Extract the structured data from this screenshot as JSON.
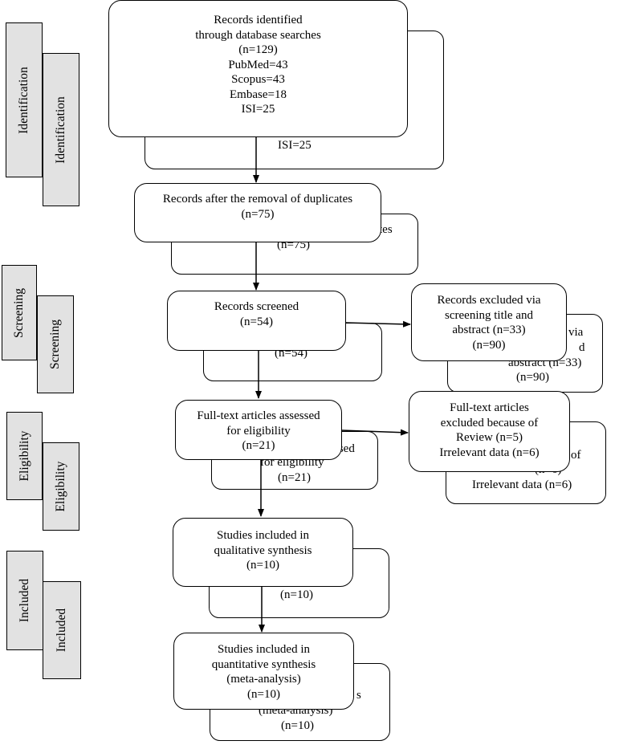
{
  "stages": [
    "Identification",
    "Screening",
    "Eligibility",
    "Included"
  ],
  "boxes": {
    "identified": [
      "Records identified",
      "through database searches",
      "(n=129)",
      "PubMed=43",
      "Scopus=43",
      "Embase=18",
      "ISI=25"
    ],
    "duplicates_removed": [
      "Records after the removal of duplicates",
      "(n=75)"
    ],
    "screened": [
      "Records screened",
      "(n=54)"
    ],
    "excluded_screening": [
      "Records excluded via",
      "screening title and",
      "abstract (n=33)",
      "(n=90)"
    ],
    "fulltext_assessed": [
      "Full-text articles assessed",
      "for eligibility",
      "(n=21)"
    ],
    "fulltext_excluded": [
      "Full-text articles",
      "excluded because of",
      "Review (n=5)",
      "Irrelevant data (n=6)"
    ],
    "qualitative": [
      "Studies included in",
      "qualitative synthesis",
      "(n=10)"
    ],
    "quantitative": [
      "Studies included in",
      "quantitative synthesis",
      "(meta-analysis)",
      "(n=10)"
    ]
  },
  "shadow_fragments": {
    "identified": "ISI=25",
    "duplicates_removed": [
      "tes",
      "(n=75)"
    ],
    "screened": "(n=54)",
    "excluded_screening": [
      "via",
      "d",
      "abstract (n=33)",
      "(n=90)"
    ],
    "fulltext_assessed": [
      "ssed",
      "for eligibility",
      "(n=21)"
    ],
    "fulltext_excluded": [
      "of",
      "(n=6)",
      "Irrelevant data (n=6)"
    ],
    "qualitative": "(n=10)",
    "quantitative": [
      "s",
      "(meta-analysis)",
      "(n=10)"
    ]
  }
}
